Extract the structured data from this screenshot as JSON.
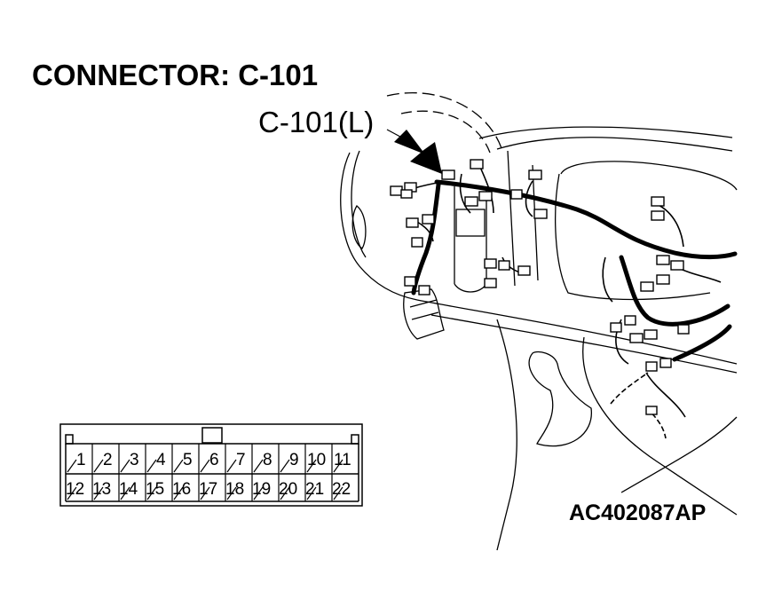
{
  "title": "CONNECTOR: C-101",
  "callout_label": "C-101(L)",
  "figure_ref": "AC402087AP",
  "connector": {
    "row1": [
      "1",
      "2",
      "3",
      "4",
      "5",
      "6",
      "7",
      "8",
      "9",
      "10",
      "11"
    ],
    "row2": [
      "12",
      "13",
      "14",
      "15",
      "16",
      "17",
      "18",
      "19",
      "20",
      "21",
      "22"
    ]
  },
  "colors": {
    "line": "#000000",
    "background": "#ffffff"
  }
}
